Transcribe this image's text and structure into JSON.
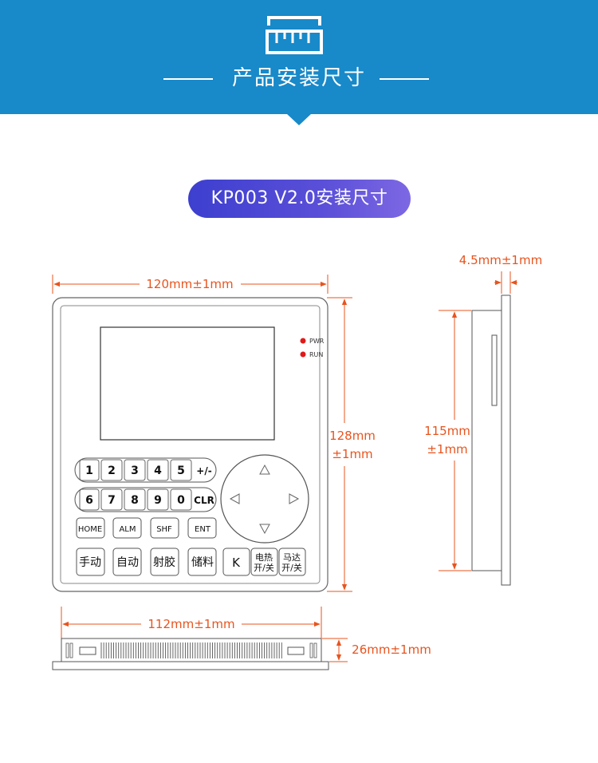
{
  "banner": {
    "title": "产品安装尺寸",
    "icon": "ruler-icon",
    "color": "#1889c9"
  },
  "subtitle": "KP003 V2.0安装尺寸",
  "dimensions": {
    "width": "120mm±1mm",
    "height_line1": "128mm",
    "height_line2": "±1mm",
    "side_thickness": "4.5mm±1mm",
    "side_height_line1": "115mm",
    "side_height_line2": "±1mm",
    "bottom_width": "112mm±1mm",
    "bottom_depth": "26mm±1mm"
  },
  "leds": {
    "pwr": "PWR",
    "run": "RUN"
  },
  "keypad": {
    "row1": [
      "1",
      "2",
      "3",
      "4",
      "5",
      "+/-"
    ],
    "row2": [
      "6",
      "7",
      "8",
      "9",
      "0",
      "CLR"
    ],
    "row3": [
      "HOME",
      "ALM",
      "SHF",
      "ENT"
    ],
    "row4": [
      "手动",
      "自动",
      "射胶",
      "储料",
      "K"
    ],
    "heater": [
      "电热",
      "开/关"
    ],
    "motor": [
      "马达",
      "开/关"
    ]
  },
  "accent_color": "#e8541e"
}
